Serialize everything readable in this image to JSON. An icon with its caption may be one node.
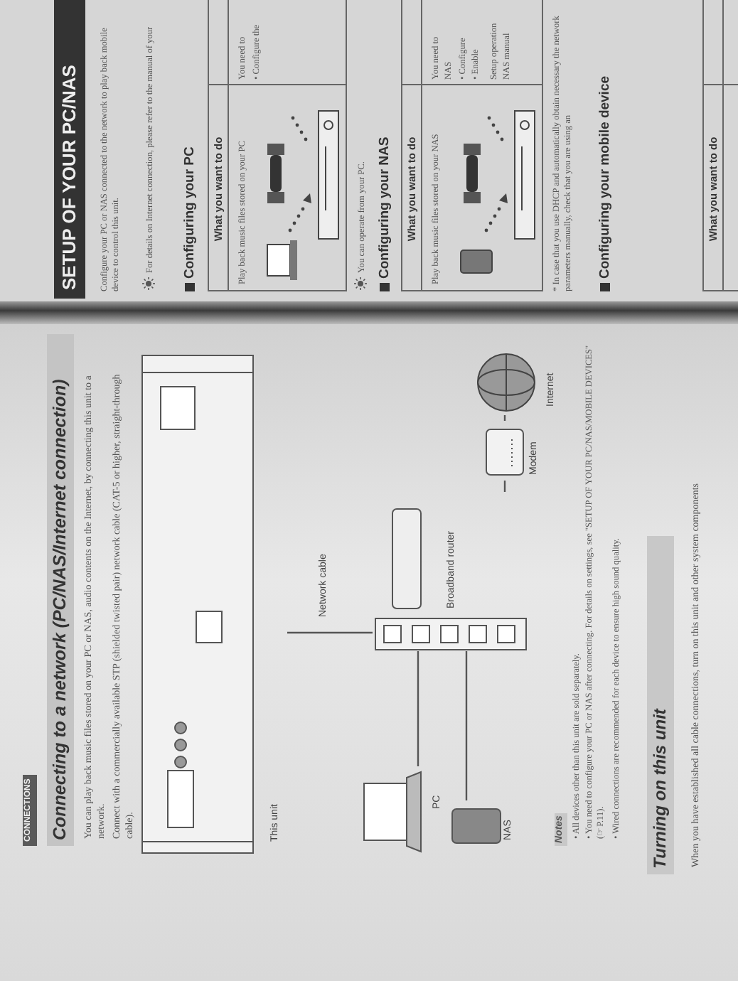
{
  "diagram": {
    "title": "Connecting to a network (PC/NAS/Internet connection)",
    "nodes": [
      {
        "text": [
          "This unit"
        ]
      },
      {
        "text": [
          "Broadband router"
        ]
      },
      {
        "text": [
          "PC"
        ]
      },
      {
        "text": [
          "NAS"
        ]
      },
      {
        "text": [
          "Modem"
        ]
      },
      {
        "text": [
          "Internet"
        ]
      }
    ],
    "edges": [
      {
        "from": 0,
        "to": 1,
        "arrow": "none",
        "label": "Network cable"
      },
      {
        "from": 2,
        "to": 1,
        "arrow": "none"
      },
      {
        "from": 3,
        "to": 1,
        "arrow": "none"
      },
      {
        "from": 1,
        "to": 4,
        "arrow": "none"
      },
      {
        "from": 4,
        "to": 5,
        "arrow": "none"
      }
    ],
    "labels": [
      "CONNECTIONS",
      "You can play back music files stored on your PC or NAS, audio contents on the Internet, by connecting this unit to a network.",
      "Connect with a commercially available STP (shielded twisted pair) network cable (CAT-5 or higher, straight-through cable).",
      "Notes",
      "• All devices other than this unit are sold separately.",
      "• You need to configure your PC or NAS after connecting. For details on settings, see \"SETUP OF YOUR PC/NAS/MOBILE DEVICES\" (☞ P.11).",
      "• Wired connections are recommended for each device to ensure high sound quality.",
      "Turning on this unit",
      "When you have established all cable connections, turn on this unit and other system components",
      "SETUP OF YOUR PC/NAS",
      "Configure your PC or NAS connected to the network to play back mobile device to control this unit.",
      "For details on Internet connection, please refer to the manual of your",
      "Configuring your PC",
      "What you want to do",
      "Play back music files stored on your PC",
      "You need to",
      "• Configure the",
      "You can operate from your PC.",
      "Configuring your NAS",
      "What you want to do",
      "Play back music files stored on your NAS",
      "You need to",
      "NAS",
      "• Configure",
      "• Enable",
      "Setup operation",
      "NAS manual",
      "* In case that you use DHCP and automatically obtain necessary the network parameters manually, check that you are using an",
      "Configuring your mobile device",
      "What you want to do"
    ]
  }
}
